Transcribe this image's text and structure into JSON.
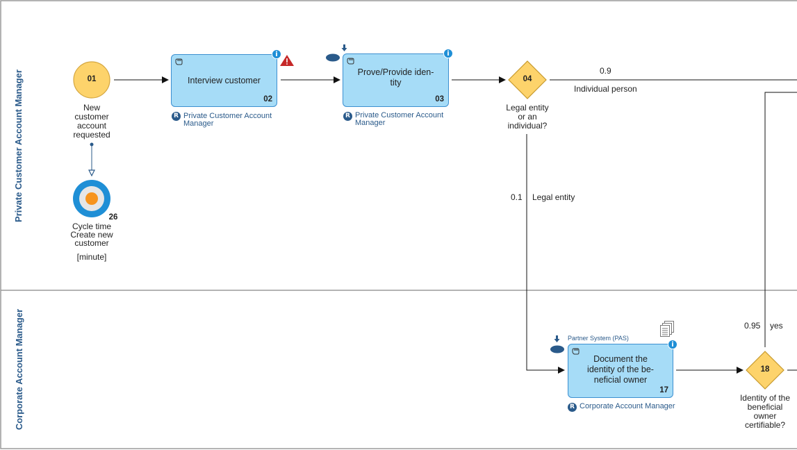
{
  "lanes": [
    {
      "label": "Private Customer Account Manager"
    },
    {
      "label": "Corporate Account Manager"
    }
  ],
  "start_event": {
    "number": "01",
    "caption": [
      "New",
      "customer",
      "account",
      "requested"
    ]
  },
  "timer_event": {
    "number": "26",
    "caption": [
      "Cycle time",
      "Create new",
      "customer"
    ],
    "unit": "[minute]"
  },
  "tasks": {
    "interview": {
      "label": "Interview customer",
      "number": "02",
      "role": [
        "Private Customer Account",
        "Manager"
      ]
    },
    "prove": {
      "label": [
        "Prove/Provide iden-",
        "tity"
      ],
      "number": "03",
      "role": [
        "Private Customer Account",
        "Manager"
      ]
    },
    "document": {
      "label": [
        "Document the",
        "identity of the be-",
        "neficial owner"
      ],
      "number": "17",
      "role": "Corporate Account Manager",
      "system": "Partner System (PAS)"
    }
  },
  "gateways": {
    "g04": {
      "number": "04",
      "caption": [
        "Legal entity",
        "or an",
        "individual?"
      ]
    },
    "g18": {
      "number": "18",
      "caption": [
        "Identity of the",
        "beneficial",
        "owner",
        "certifiable?"
      ]
    }
  },
  "flows": {
    "individual": {
      "probability": "0.9",
      "label": "Individual person"
    },
    "legal": {
      "probability": "0.1",
      "label": "Legal entity"
    },
    "yes": {
      "probability": "0.95",
      "label": "yes"
    }
  },
  "badges": {
    "role_letter": "R",
    "info_letter": "i"
  },
  "colors": {
    "task_fill": "#a6dcf7",
    "task_border": "#3b8fd0",
    "event_fill": "#fdd36b",
    "gateway_fill": "#fdd36b",
    "lane_text": "#2a5a8a",
    "warning": "#c62828",
    "timer_ring": "#1f8fd6",
    "timer_center": "#f7941d"
  },
  "icons": [
    "hand-icon",
    "info-icon",
    "warning-icon",
    "download-arrow-icon",
    "data-store-icon",
    "document-stack-icon",
    "role-icon"
  ]
}
